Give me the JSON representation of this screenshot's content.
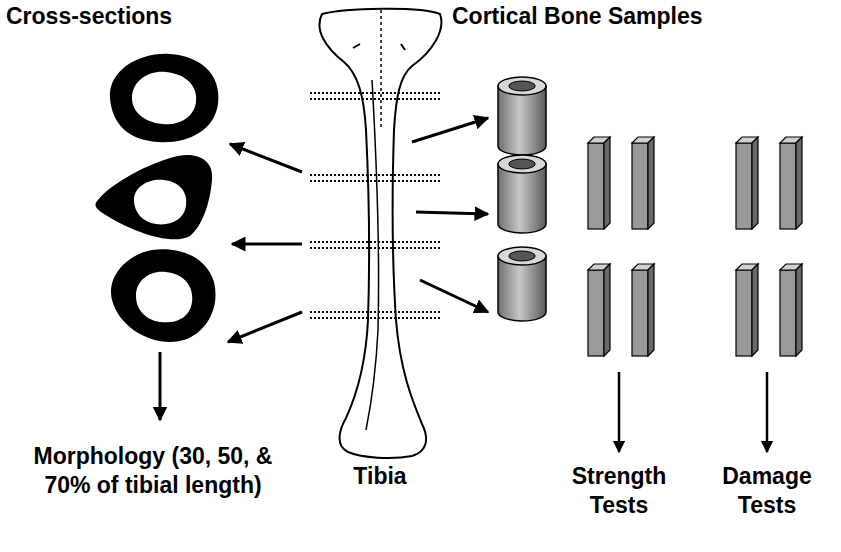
{
  "diagram": {
    "labels": [
      "Cross-sections",
      "Cortical Bone Samples",
      "Tibia",
      "Morphology (30, 50, & 70% of tibial length)",
      "Strength Tests",
      "Damage Tests"
    ]
  }
}
